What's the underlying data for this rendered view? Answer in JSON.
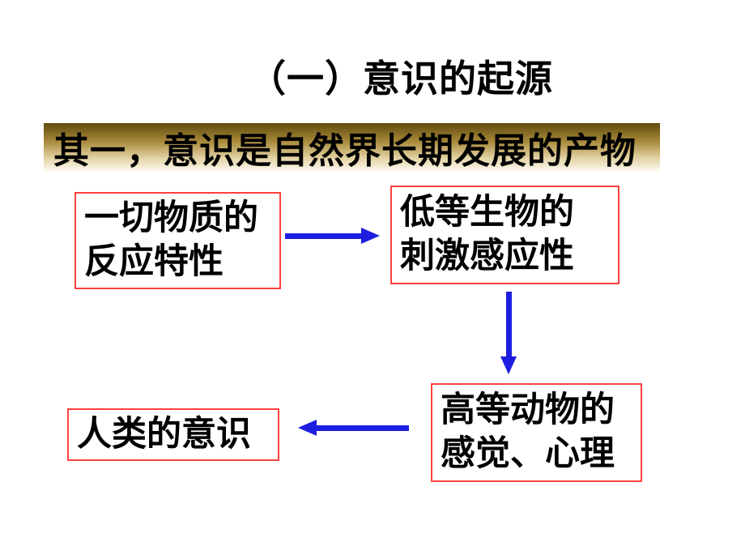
{
  "slide": {
    "title": "（一）意识的起源",
    "banner": "其一，意识是自然界长期发展的产物",
    "boxes": [
      {
        "name": "all-matter-reaction",
        "lines": [
          "一切物质的",
          "反应特性"
        ]
      },
      {
        "name": "low-organism-response",
        "lines": [
          "低等生物的",
          "刺激感应性"
        ]
      },
      {
        "name": "high-animal-psyche",
        "lines": [
          "高等动物的",
          "感觉、心理"
        ]
      },
      {
        "name": "human-consciousness",
        "lines": [
          "人类的意识"
        ]
      }
    ],
    "arrows": [
      {
        "name": "arrow-right",
        "from": "all-matter-reaction",
        "to": "low-organism-response"
      },
      {
        "name": "arrow-down",
        "from": "low-organism-response",
        "to": "high-animal-psyche"
      },
      {
        "name": "arrow-left",
        "from": "high-animal-psyche",
        "to": "human-consciousness"
      }
    ]
  },
  "colors": {
    "box-border": "#ff4040",
    "arrow": "#1e1ee0",
    "text": "#000000",
    "banner-top": "#5e4a0e",
    "banner-mid": "#a98a3a",
    "banner-low": "#e3d3a4",
    "banner-bottom": "#fdfbf4",
    "bg": "#ffffff"
  }
}
